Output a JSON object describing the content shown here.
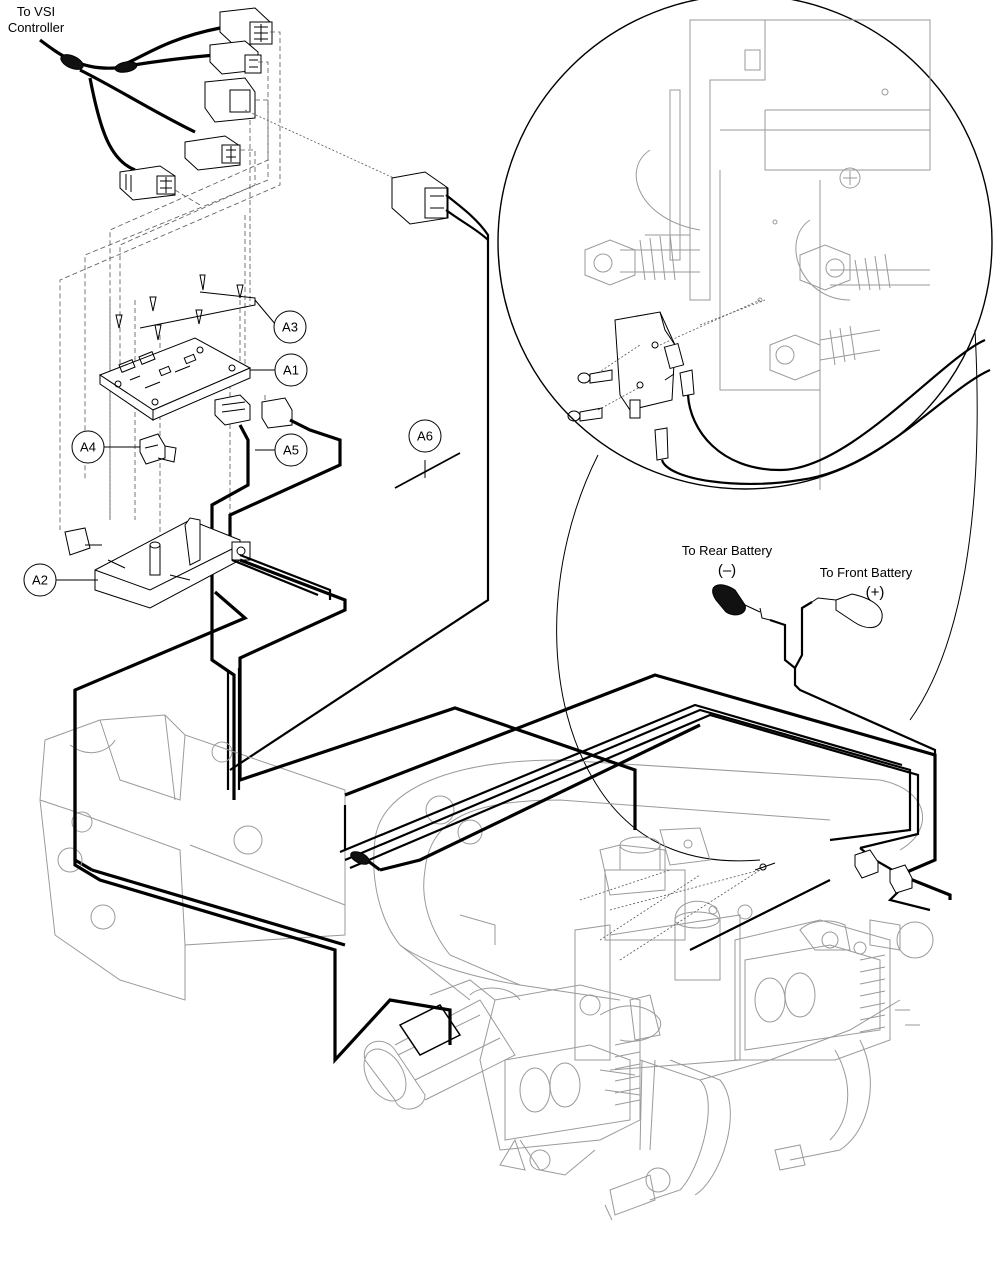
{
  "labels": {
    "vsi_controller": [
      "To VSI",
      "Controller"
    ],
    "rear_battery": "To Rear Battery",
    "rear_battery_sign": "(–)",
    "front_battery": "To Front Battery",
    "front_battery_sign": "(+)"
  },
  "callouts": [
    "A1",
    "A2",
    "A3",
    "A4",
    "A5",
    "A6"
  ]
}
